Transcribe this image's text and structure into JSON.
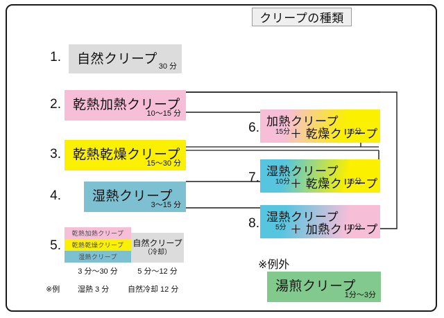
{
  "title": "クリープの種類",
  "left_items": [
    {
      "number": "1.",
      "label": "自然クリープ",
      "duration": "30 分",
      "color": "#dcdcdc"
    },
    {
      "number": "2.",
      "label": "乾熱加熱クリープ",
      "duration": "10〜15 分",
      "color": "#f7bed8"
    },
    {
      "number": "3.",
      "label": "乾熱乾燥クリープ",
      "duration": "15〜30 分",
      "color": "#faf000"
    },
    {
      "number": "4.",
      "label": "湿熱クリープ",
      "duration": "3〜15 分",
      "color": "#7cc0d2"
    }
  ],
  "item5": {
    "number": "5.",
    "stack_rows": [
      {
        "label": "乾熱加熱クリープ",
        "color": "#f7bed8"
      },
      {
        "label": "乾熱乾燥クリープ",
        "color": "#faf000"
      },
      {
        "label": "湿熱クリープ",
        "color": "#7cc0d2"
      }
    ],
    "cooling_box": {
      "line1": "自然クリープ",
      "line2": "（冷却）",
      "color": "#dcdcdc"
    },
    "caption_left": "3 分〜30 分",
    "caption_right": "5 分〜12 分",
    "note_marker": "※例",
    "note_left": "湿熱 3 分",
    "note_right": "自然冷却 12 分"
  },
  "right_items": [
    {
      "number": "6.",
      "line1": "加熱クリープ",
      "line2": "＋ 乾燥クリープ",
      "duration1": "15分",
      "plus": "+",
      "duration2": "15分",
      "gradient": "pink-to-yellow"
    },
    {
      "number": "7.",
      "line1": "湿熱クリープ",
      "line2": "＋ 乾燥クリープ",
      "duration1": "10分",
      "plus": "+",
      "duration2": "15分",
      "gradient": "blue-to-yellow"
    },
    {
      "number": "8.",
      "line1": "湿熱クリープ",
      "line2": "＋ 加熱クリープ",
      "duration1": "5分",
      "plus": "+",
      "duration2": "10分",
      "gradient": "blue-to-pink"
    }
  ],
  "exception": {
    "heading": "※例外",
    "label": "湯煎クリープ",
    "duration": "1分〜3分",
    "color": "#82c98d"
  },
  "colors": {
    "pink": "#f7bed8",
    "yellow": "#faf000",
    "blue": "#7cc0d2",
    "gray": "#dcdcdc",
    "green": "#82c98d",
    "border": "#1a1a1a"
  }
}
